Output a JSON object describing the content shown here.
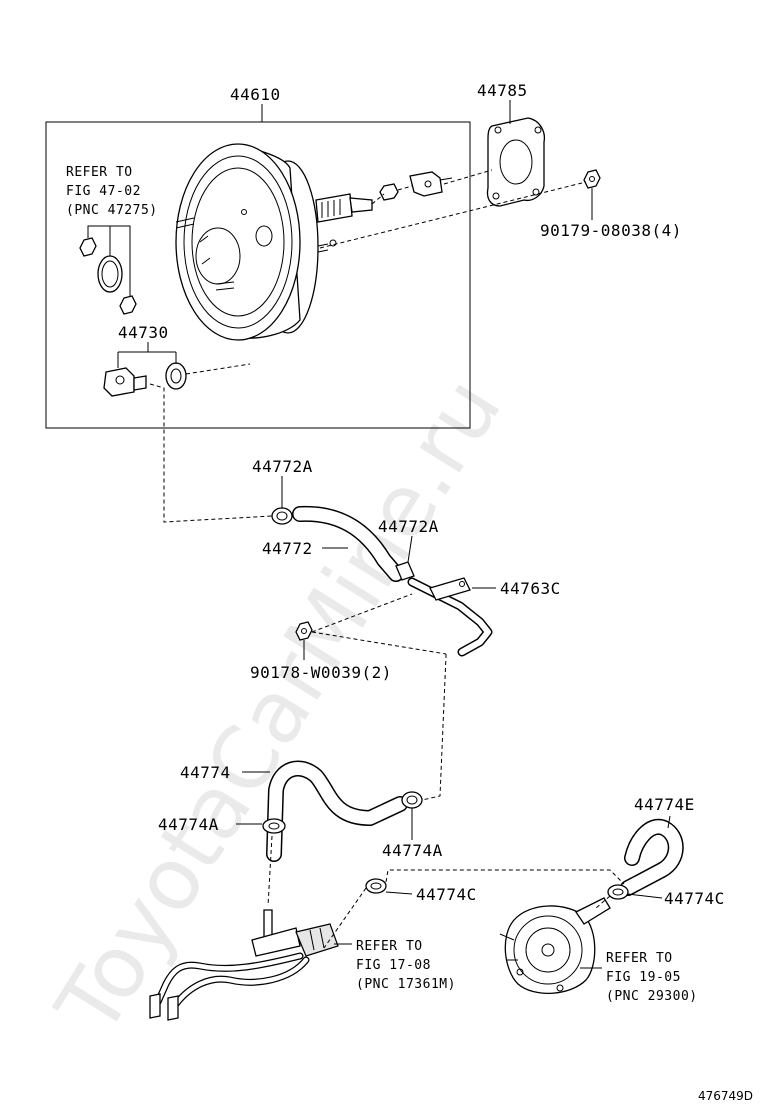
{
  "watermark": "ToyotaCarMine.ru",
  "figure_id": "476749D",
  "labels": {
    "p44610": "44610",
    "p44785": "44785",
    "p90179": "90179-08038(4)",
    "p44730": "44730",
    "p44772A_top": "44772A",
    "p44772": "44772",
    "p44772A_mid": "44772A",
    "p44763C": "44763C",
    "p90178": "90178-W0039(2)",
    "p44774": "44774",
    "p44774A_left": "44774A",
    "p44774A_right": "44774A",
    "p44774E": "44774E",
    "p44774C_mid": "44774C",
    "p44774C_right": "44774C"
  },
  "references": {
    "ref1": [
      "REFER TO",
      "FIG 47-02",
      "(PNC 47275)"
    ],
    "ref2": [
      "REFER TO",
      "FIG 17-08",
      "(PNC 17361M)"
    ],
    "ref3": [
      "REFER TO",
      "FIG 19-05",
      "(PNC 29300)"
    ]
  }
}
